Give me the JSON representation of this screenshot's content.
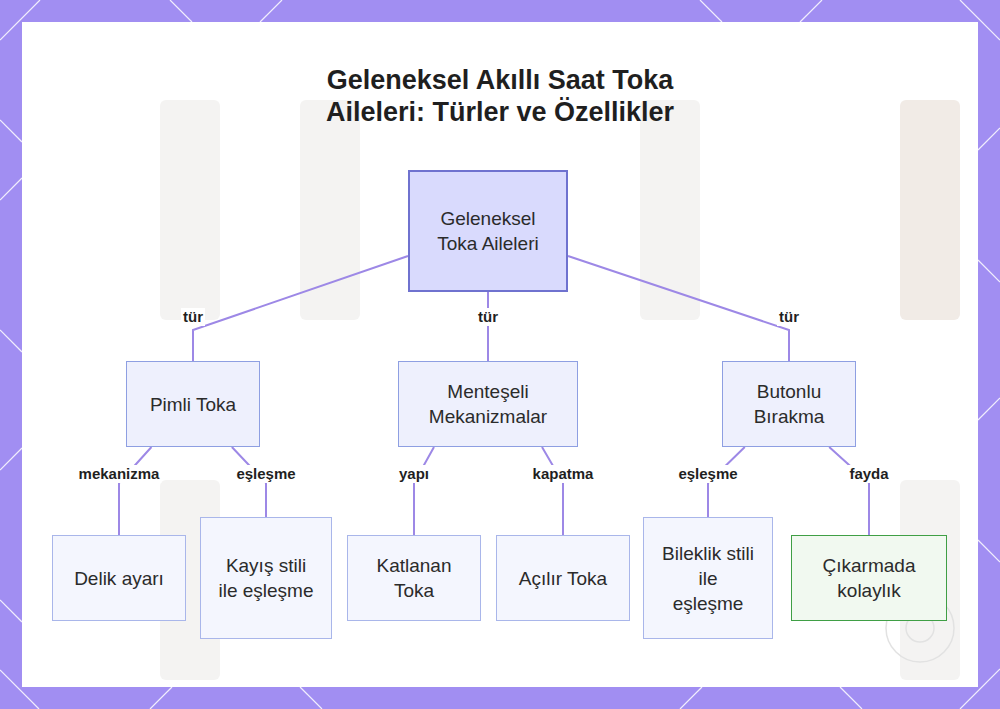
{
  "diagram": {
    "title": "Geleneksel Akıllı Saat Toka Aileleri: Türler ve Özellikler",
    "nodes": [
      {
        "text": [
          "Geleneksel Toka Aileleri"
        ]
      },
      {
        "text": [
          "Pimli Toka"
        ]
      },
      {
        "text": [
          "Menteşeli Mekanizmalar"
        ]
      },
      {
        "text": [
          "Butonlu Bırakma"
        ]
      },
      {
        "text": [
          "Delik ayarı"
        ]
      },
      {
        "text": [
          "Kayış stili ile eşleşme"
        ]
      },
      {
        "text": [
          "Katlanan Toka"
        ]
      },
      {
        "text": [
          "Açılır Toka"
        ]
      },
      {
        "text": [
          "Bileklik stili ile eşleşme"
        ]
      },
      {
        "text": [
          "Çıkarmada kolaylık"
        ]
      }
    ],
    "edges": [
      {
        "from": 0,
        "to": 1,
        "label": "tür",
        "arrow": "none"
      },
      {
        "from": 0,
        "to": 2,
        "label": "tür",
        "arrow": "none"
      },
      {
        "from": 0,
        "to": 3,
        "label": "tür",
        "arrow": "none"
      },
      {
        "from": 1,
        "to": 4,
        "label": "mekanizma",
        "arrow": "none"
      },
      {
        "from": 1,
        "to": 5,
        "label": "eşleşme",
        "arrow": "none"
      },
      {
        "from": 2,
        "to": 6,
        "label": "yapı",
        "arrow": "none"
      },
      {
        "from": 2,
        "to": 7,
        "label": "kapatma",
        "arrow": "none"
      },
      {
        "from": 3,
        "to": 8,
        "label": "eşleşme",
        "arrow": "none"
      },
      {
        "from": 3,
        "to": 9,
        "label": "fayda",
        "arrow": "none"
      }
    ]
  }
}
